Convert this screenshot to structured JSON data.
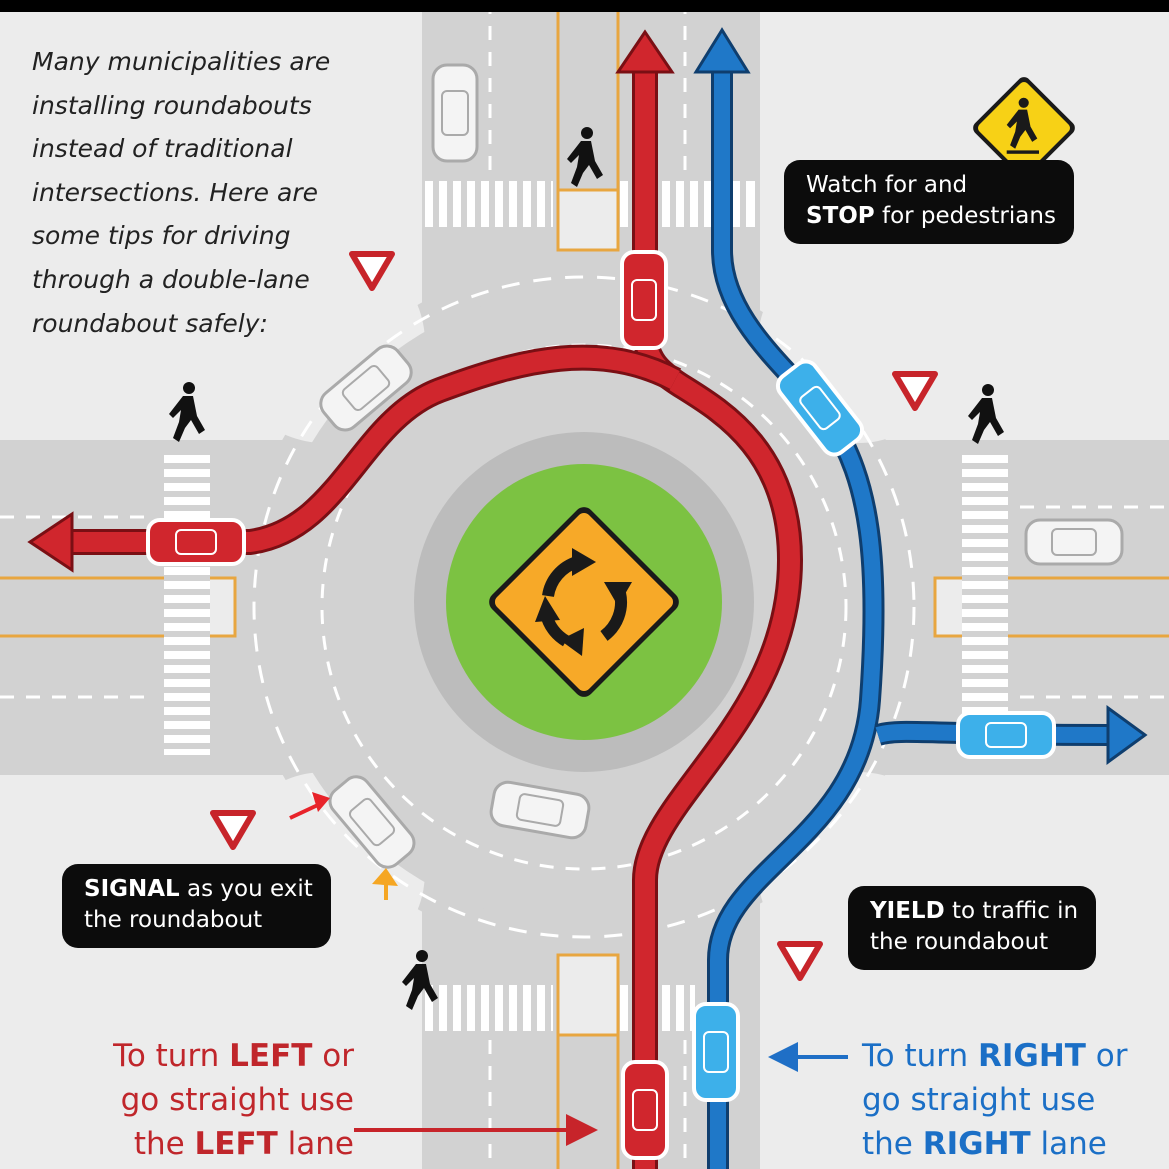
{
  "intro": {
    "lines": [
      "Many municipalities are",
      "installing roundabouts",
      "instead of traditional",
      "intersections. Here are",
      "some tips for driving",
      "through a double-lane",
      "roundabout safely:"
    ]
  },
  "callouts": {
    "pedestrians": {
      "line1": "Watch for and",
      "bold": "STOP",
      "rest": " for pedestrians"
    },
    "signal": {
      "bold": "SIGNAL",
      "rest": " as you exit",
      "line2": "the roundabout"
    },
    "yield": {
      "bold": "YIELD",
      "rest": " to traffic in",
      "line2": "the roundabout"
    }
  },
  "left_lane": {
    "line1_a": "To turn ",
    "line1_bold": "LEFT",
    "line1_b": " or",
    "line2": "go straight use",
    "line3_a": "the ",
    "line3_bold": "LEFT",
    "line3_b": " lane"
  },
  "right_lane": {
    "line1_a": "To turn ",
    "line1_bold": "RIGHT",
    "line1_b": " or",
    "line2": "go straight use",
    "line3_a": "the ",
    "line3_bold": "RIGHT",
    "line3_b": " lane"
  },
  "colors": {
    "left_path": "#d0262d",
    "right_path": "#1f78c8",
    "center_island": "#7cc242",
    "warning_sign": "#f7a928",
    "road": "#cfcfcf",
    "background": "#ececec"
  }
}
